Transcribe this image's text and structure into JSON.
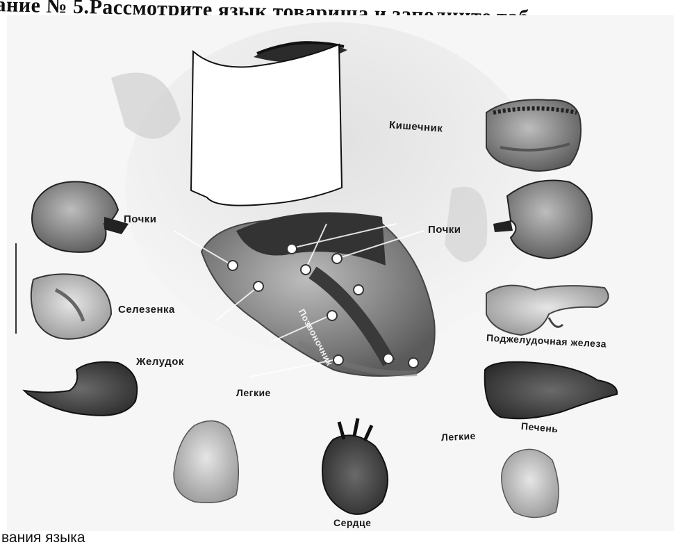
{
  "header": {
    "title": "ание № 5.Рассмотрите язык товарища и заполните таб"
  },
  "figure": {
    "labels": {
      "intestine": "Кишечник",
      "kidney_left": "Почки",
      "kidney_right": "Почки",
      "spleen": "Селезенка",
      "stomach": "Желудок",
      "lungs_center": "Легкие",
      "pancreas": "Поджелудочная железа",
      "liver": "Печень",
      "lungs_right": "Легкие",
      "heart": "Сердце",
      "tongue_spine": "Позвоночник"
    }
  },
  "footer": {
    "text": "вания языка"
  }
}
